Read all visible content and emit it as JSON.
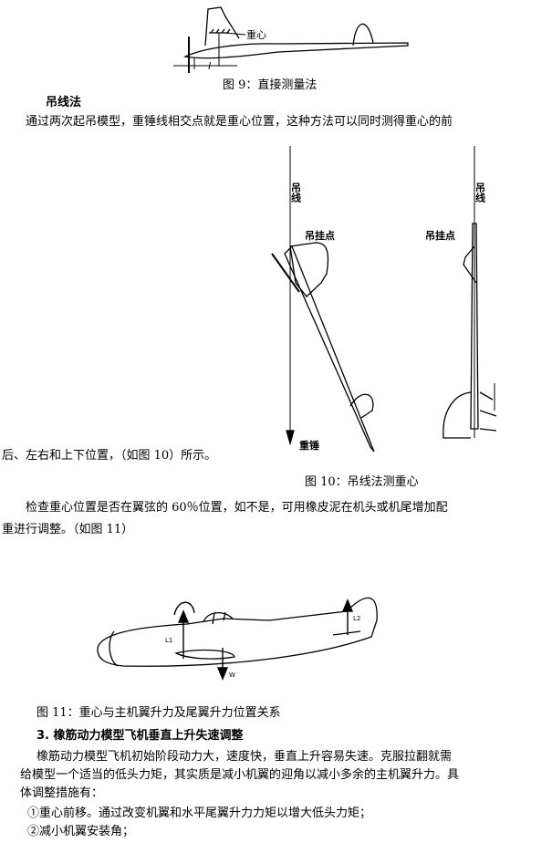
{
  "fig9": {
    "label_cg": "重心",
    "label_l": "l",
    "caption": "图 9：直接测量法"
  },
  "section_hang": {
    "heading": "吊线法",
    "para_line1": "通过两次起吊模型，重锤线相交点就是重心位置，这种方法可以同时测得重心的前",
    "para_line2": "后、左右和上下位置，（如图 10）所示。"
  },
  "fig10": {
    "label_line": "吊线",
    "label_hang_point": "吊挂点",
    "label_weight": "重锤",
    "caption": "图 10：吊线法测重心"
  },
  "check_para": {
    "line1": "检查重心位置是否在翼弦的 60％位置，如不是，可用橡皮泥在机头或机尾增加配",
    "line2": "重进行调整。（如图 11）"
  },
  "fig11": {
    "label_l1": "L1",
    "label_l2": "L2",
    "label_w": "W",
    "caption": "图 11：重心与主机翼升力及尾翼升力位置关系"
  },
  "section3": {
    "heading": "3. 橡筋动力模型飞机垂直上升失速调整",
    "para_line1": "橡筋动力模型飞机初始阶段动力大，速度快，垂直上升容易失速。克服拉翻就需",
    "para_line2": "给模型一个适当的低头力矩，其实质是减小机翼的迎角以减小多余的主机翼升力。具",
    "para_line3": "体调整措施有：",
    "item1": "①重心前移。通过改变机翼和水平尾翼升力力矩以增大低头力矩；",
    "item2": "②减小机翼安装角；"
  }
}
